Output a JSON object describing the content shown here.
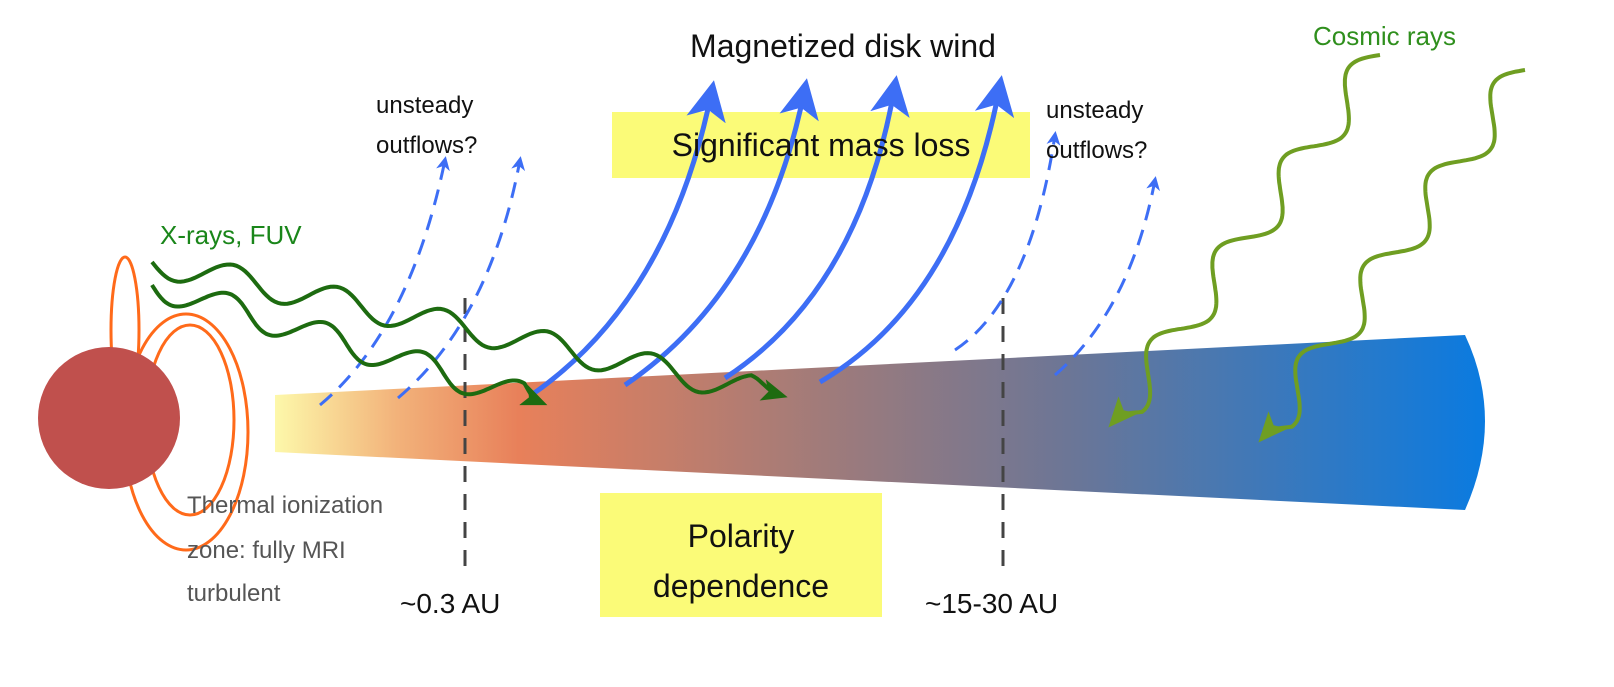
{
  "title": "Magnetized disk wind",
  "mass_loss_label": "Significant mass loss",
  "polarity_label": [
    "Polarity",
    "dependence"
  ],
  "unsteady_left": [
    "unsteady",
    "outflows?"
  ],
  "unsteady_right": [
    "unsteady",
    "outflows?"
  ],
  "xray_label": "X-rays, FUV",
  "cosmic_label": "Cosmic rays",
  "thermal_label": [
    "Thermal ionization",
    "zone: fully MRI",
    "turbulent"
  ],
  "radius_inner": "~0.3 AU",
  "radius_outer": "~15-30 AU",
  "colors": {
    "star": "#c0504d",
    "loops": "#ff6a1a",
    "wind": "#3d6ef5",
    "xray": "#1d6b10",
    "cosmic": "#6f9e22",
    "highlight": "#fbfb78"
  }
}
